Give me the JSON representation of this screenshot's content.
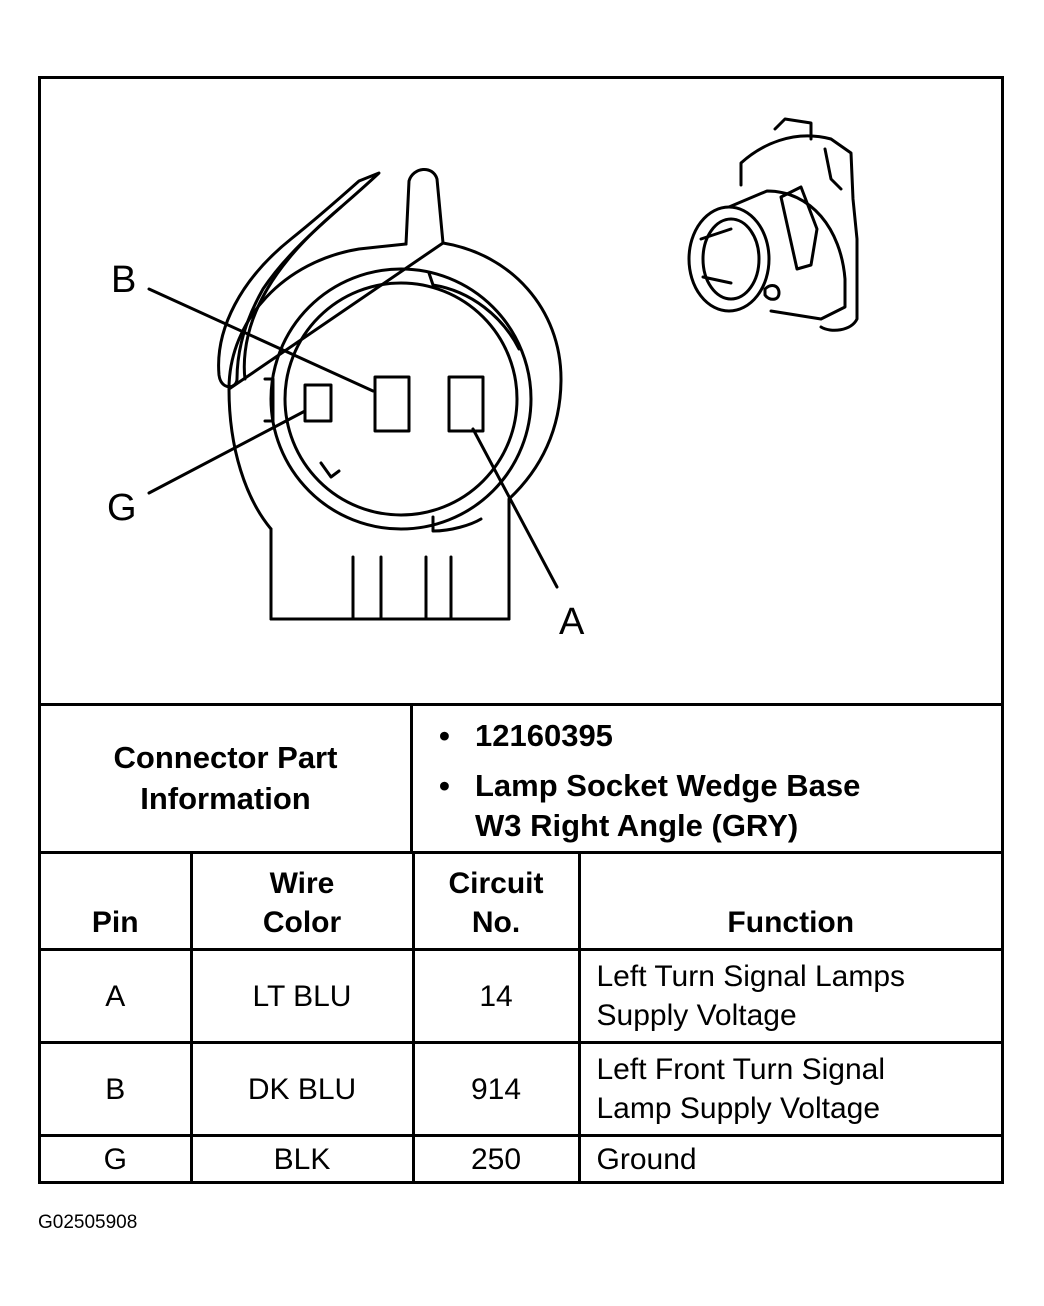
{
  "diagram": {
    "pin_labels": {
      "b": "B",
      "g": "G",
      "a": "A"
    }
  },
  "connector_info": {
    "label_line1": "Connector Part",
    "label_line2": "Information",
    "bullet_symbol": "•",
    "part_number": "12160395",
    "description_line1": "Lamp Socket Wedge Base",
    "description_line2": "W3 Right Angle (GRY)"
  },
  "pin_table": {
    "headers": {
      "pin": "Pin",
      "wire_color_line1": "Wire",
      "wire_color_line2": "Color",
      "circuit_line1": "Circuit",
      "circuit_line2": "No.",
      "function": "Function"
    },
    "rows": [
      {
        "pin": "A",
        "wire_color": "LT BLU",
        "circuit": "14",
        "function_line1": "Left Turn Signal Lamps",
        "function_line2": "Supply Voltage"
      },
      {
        "pin": "B",
        "wire_color": "DK BLU",
        "circuit": "914",
        "function_line1": "Left Front Turn Signal",
        "function_line2": "Lamp Supply Voltage"
      },
      {
        "pin": "G",
        "wire_color": "BLK",
        "circuit": "250",
        "function_line1": "Ground",
        "function_line2": ""
      }
    ]
  },
  "figure_id": "G02505908"
}
